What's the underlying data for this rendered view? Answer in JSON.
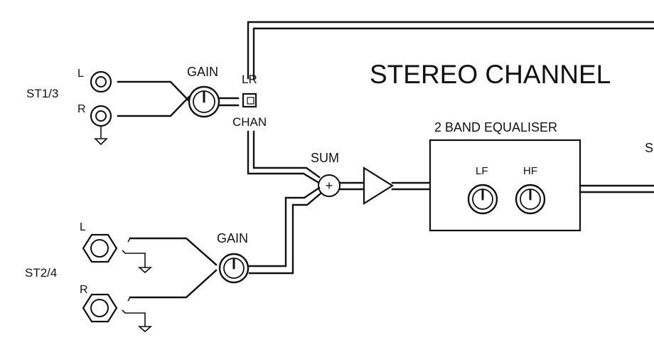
{
  "title": "STEREO CHANNEL",
  "inputs": {
    "st13": {
      "label": "ST1/3",
      "left": "L",
      "right": "R",
      "gain_label": "GAIN"
    },
    "st24": {
      "label": "ST2/4",
      "left": "L",
      "right": "R",
      "gain_label": "GAIN"
    }
  },
  "switch": {
    "top_label": "LR",
    "bottom_label": "CHAN"
  },
  "summing": {
    "label": "SUM",
    "symbol": "+"
  },
  "equaliser": {
    "label": "2 BAND EQUALISER",
    "low_label": "LF",
    "high_label": "HF"
  },
  "edge_text": "S"
}
